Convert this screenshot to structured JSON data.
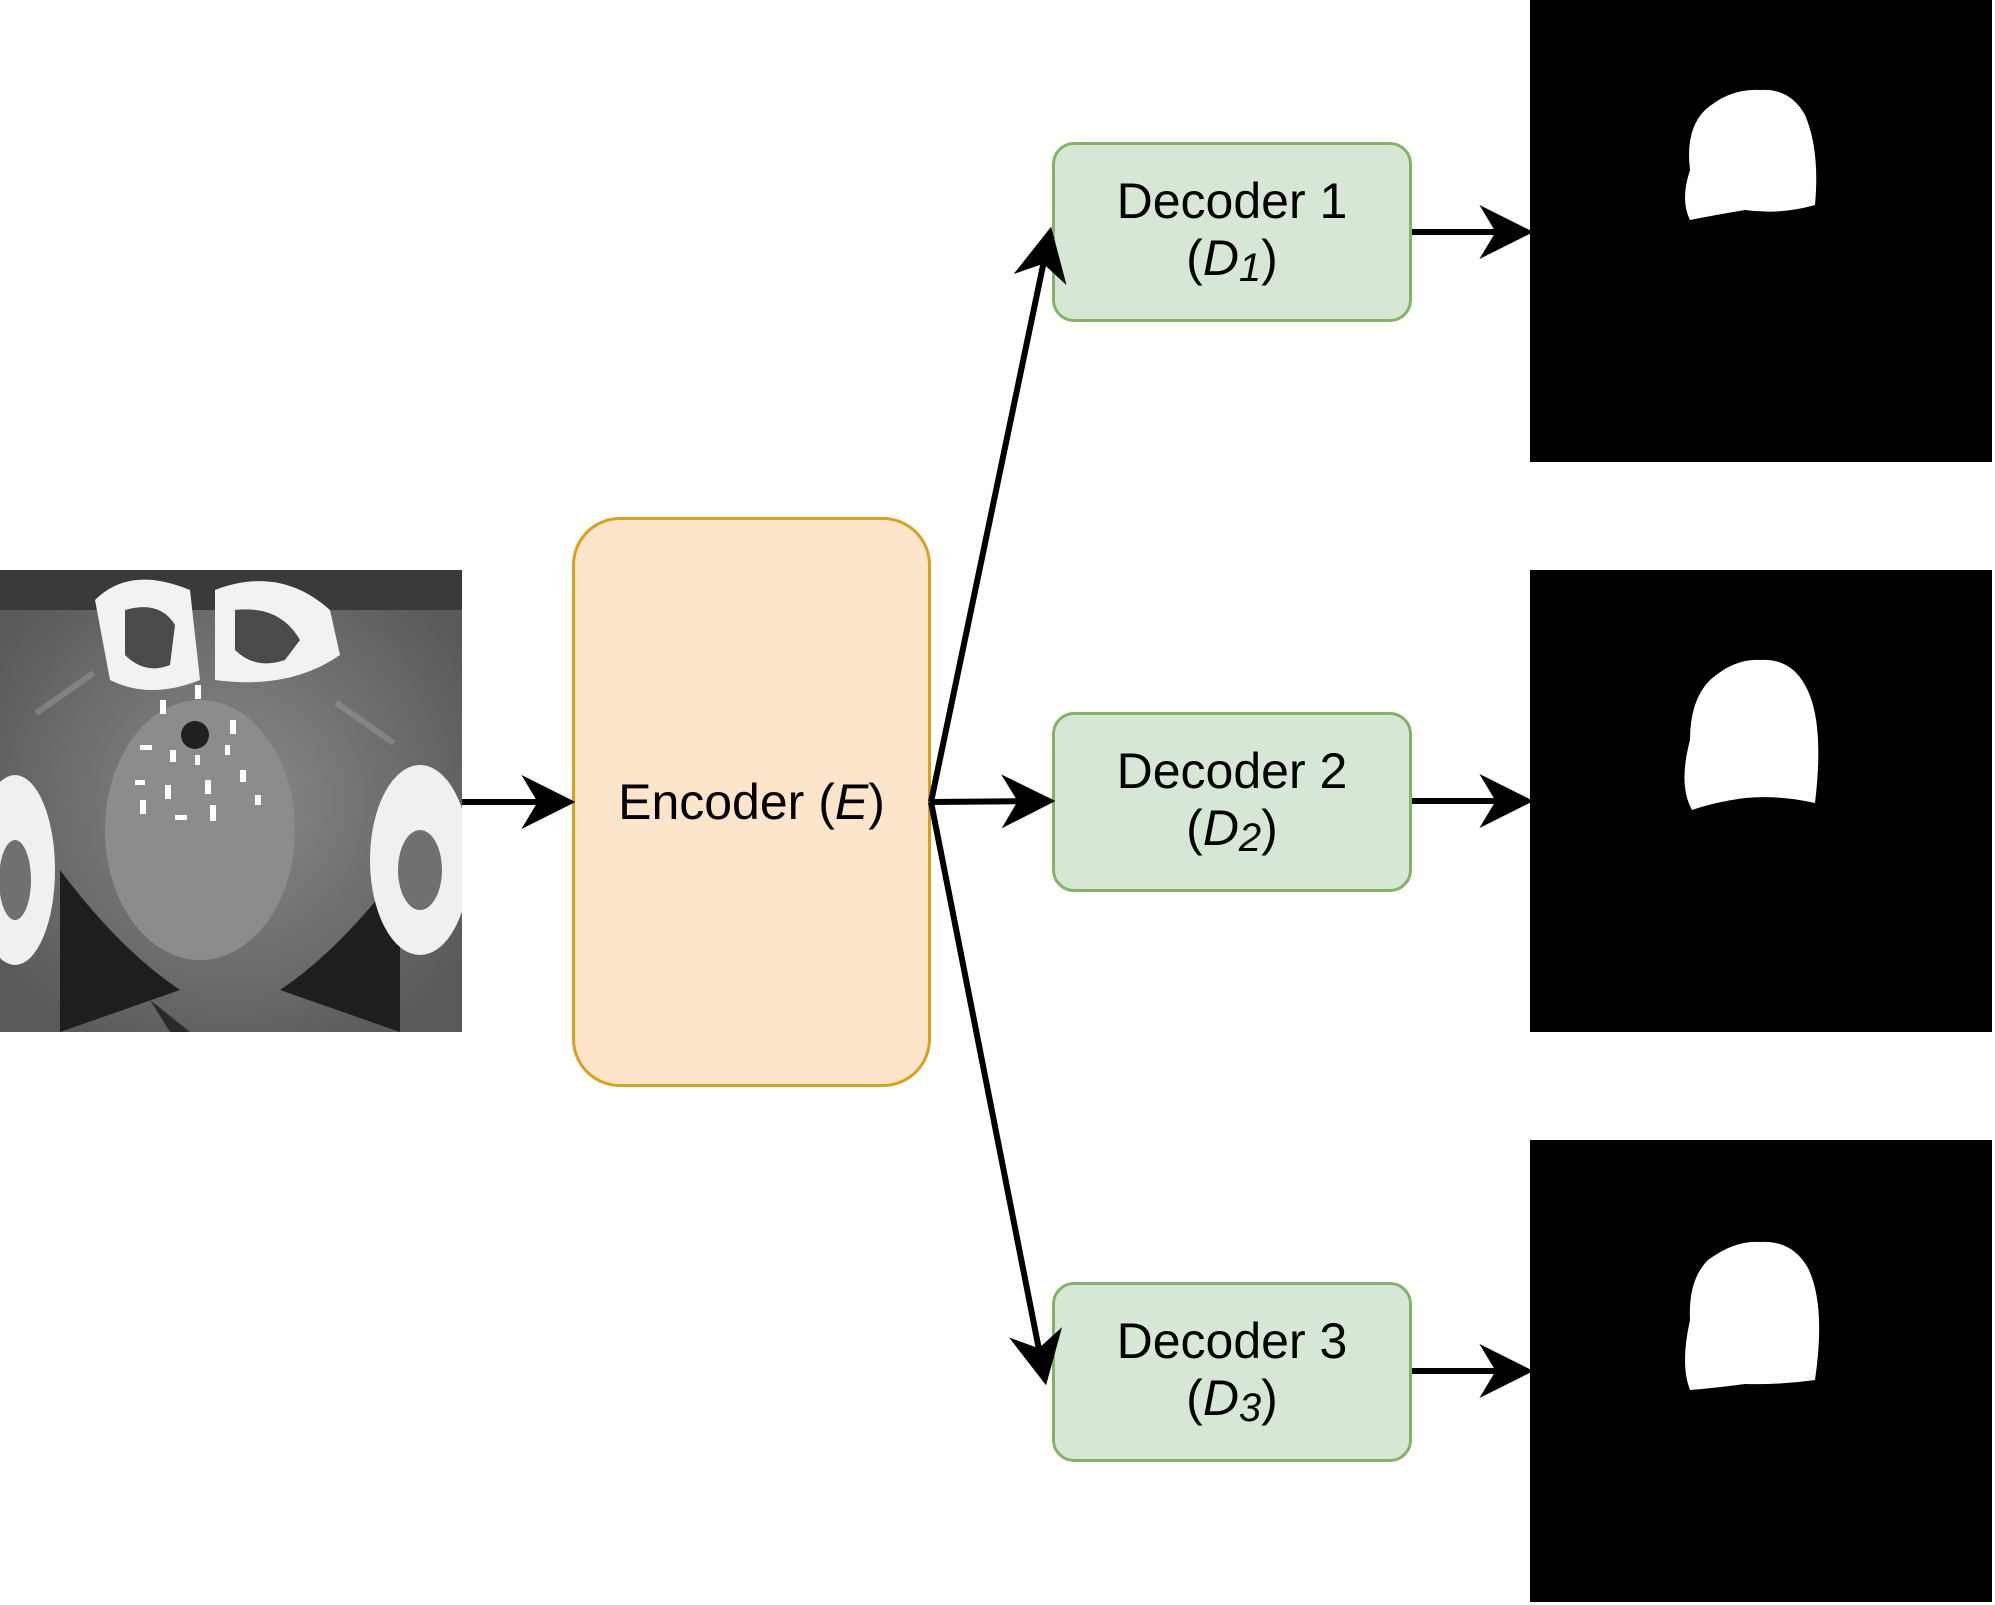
{
  "colors": {
    "encoder_fill": "#fde5cc",
    "encoder_border": "#d7a21a",
    "decoder_fill": "#d6e8d5",
    "decoder_border": "#82b366",
    "arrow": "#000000",
    "mask_bg": "#000000",
    "mask_fg": "#ffffff"
  },
  "input_image": {
    "icon": "ct-scan-image"
  },
  "encoder": {
    "label": "Encoder (",
    "symbol": "E",
    "close": ")"
  },
  "decoders": [
    {
      "label": "Decoder 1",
      "open": "(",
      "symbol": "D",
      "sub": "1",
      "close": ")"
    },
    {
      "label": "Decoder 2",
      "open": "(",
      "symbol": "D",
      "sub": "2",
      "close": ")"
    },
    {
      "label": "Decoder 3",
      "open": "(",
      "symbol": "D",
      "sub": "3",
      "close": ")"
    }
  ],
  "outputs": [
    {
      "icon": "segmentation-mask-1"
    },
    {
      "icon": "segmentation-mask-2"
    },
    {
      "icon": "segmentation-mask-3"
    }
  ]
}
